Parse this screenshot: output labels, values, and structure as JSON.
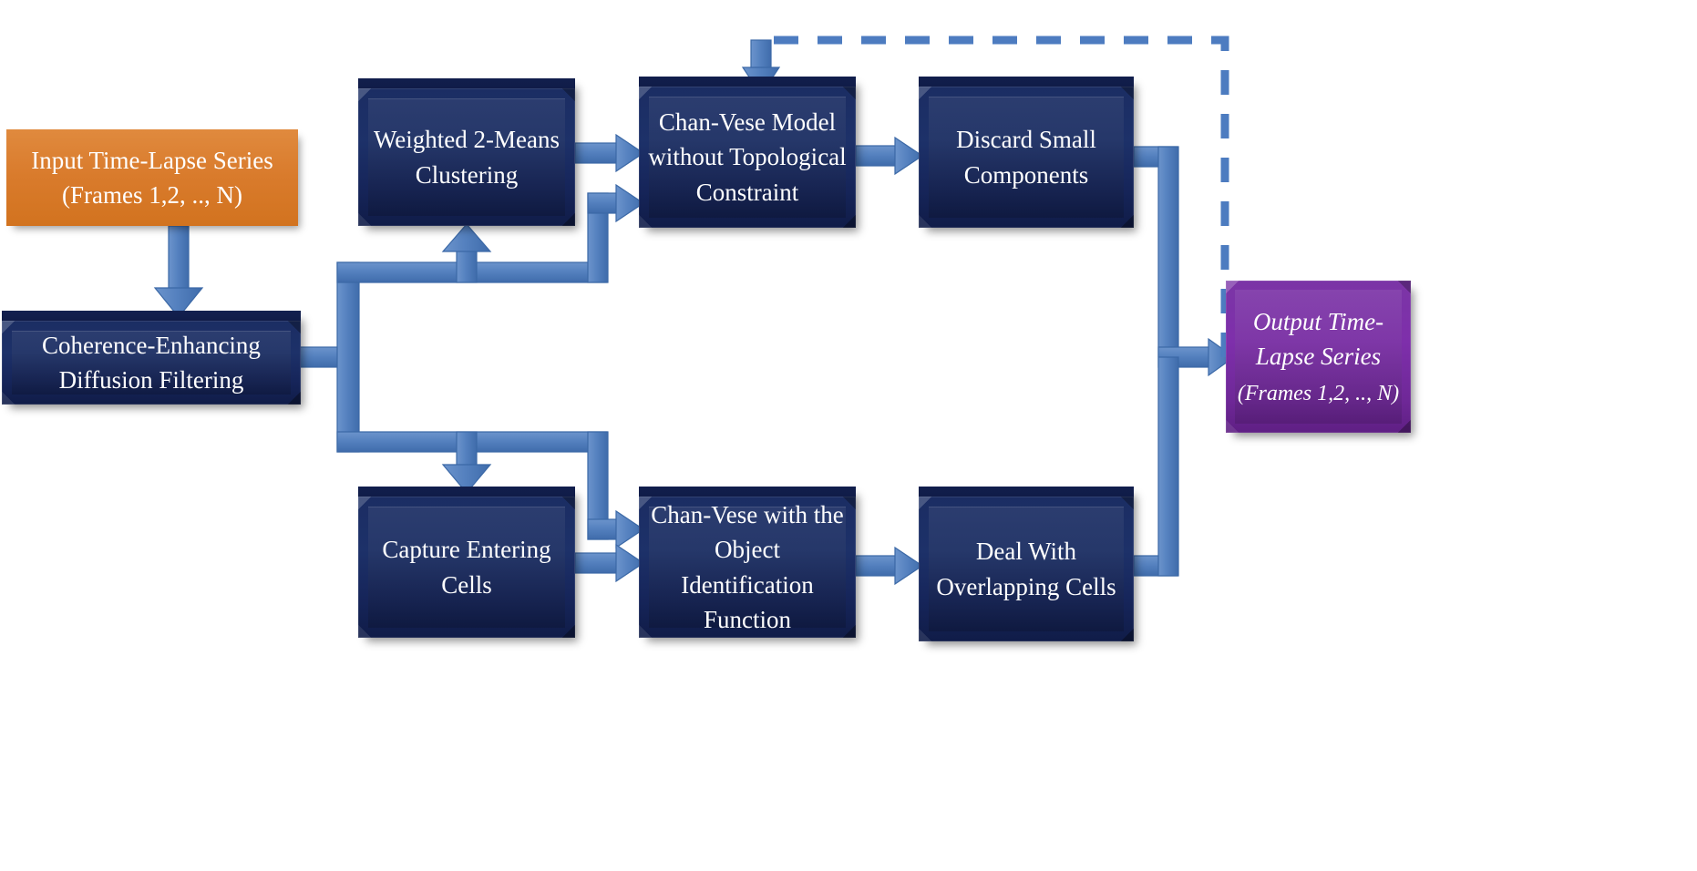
{
  "diagram": {
    "title": "Cell segmentation pipeline flowchart",
    "colors": {
      "input_box": "#d97b2c",
      "process_box": "#1d3169",
      "output_box": "#7e2fab",
      "arrow": "#4d7cc0",
      "background": "#ffffff"
    },
    "nodes": [
      {
        "id": "input",
        "kind": "input",
        "line1": "Input Time-Lapse Series",
        "line2": "(Frames 1,2, .., N)"
      },
      {
        "id": "coherence",
        "kind": "process",
        "line1": "Coherence-Enhancing",
        "line2": "Diffusion Filtering"
      },
      {
        "id": "kmeans",
        "kind": "process",
        "line1": "Weighted 2-Means",
        "line2": "Clustering"
      },
      {
        "id": "chanvese_top",
        "kind": "process",
        "line1": "Chan-Vese Model",
        "line2": "without Topological",
        "line3": "Constraint"
      },
      {
        "id": "discard",
        "kind": "process",
        "line1": "Discard Small",
        "line2": "Components"
      },
      {
        "id": "capture",
        "kind": "process",
        "line1": "Capture Entering",
        "line2": "Cells"
      },
      {
        "id": "chanvese_bottom",
        "kind": "process",
        "line1": "Chan-Vese with the",
        "line2": "Object Identification",
        "line3": "Function"
      },
      {
        "id": "overlap",
        "kind": "process",
        "line1": "Deal With",
        "line2": "Overlapping Cells"
      },
      {
        "id": "output",
        "kind": "output",
        "line1": "Output Time-",
        "line2": "Lapse Series",
        "line3": "(Frames 1,2, .., N)"
      }
    ],
    "edges": [
      {
        "id": "e1",
        "from": "input",
        "to": "coherence",
        "style": "solid",
        "name": "input-to-coherence"
      },
      {
        "id": "e2",
        "from": "coherence",
        "to": "kmeans",
        "style": "solid",
        "name": "coherence-to-kmeans"
      },
      {
        "id": "e3",
        "from": "coherence",
        "to": "capture",
        "style": "solid",
        "name": "coherence-to-capture"
      },
      {
        "id": "e4",
        "from": "kmeans",
        "to": "chanvese_top",
        "style": "solid",
        "name": "kmeans-to-chanvese-top"
      },
      {
        "id": "e5",
        "from": "coherence",
        "to": "chanvese_top",
        "style": "solid",
        "name": "coherence-to-chanvese-top"
      },
      {
        "id": "e6",
        "from": "chanvese_top",
        "to": "discard",
        "style": "solid",
        "name": "chanvese-top-to-discard"
      },
      {
        "id": "e7",
        "from": "discard",
        "to": "output",
        "style": "solid",
        "name": "discard-to-output"
      },
      {
        "id": "e8",
        "from": "capture",
        "to": "chanvese_bottom",
        "style": "solid",
        "name": "capture-to-chanvese-bottom"
      },
      {
        "id": "e9",
        "from": "coherence",
        "to": "chanvese_bottom",
        "style": "solid",
        "name": "coherence-to-chanvese-bottom"
      },
      {
        "id": "e10",
        "from": "chanvese_bottom",
        "to": "overlap",
        "style": "solid",
        "name": "chanvese-bottom-to-overlap"
      },
      {
        "id": "e11",
        "from": "overlap",
        "to": "output",
        "style": "solid",
        "name": "overlap-to-output"
      },
      {
        "id": "e12",
        "from": "output",
        "to": "chanvese_top",
        "style": "dashed",
        "name": "feedback-loop"
      }
    ]
  }
}
